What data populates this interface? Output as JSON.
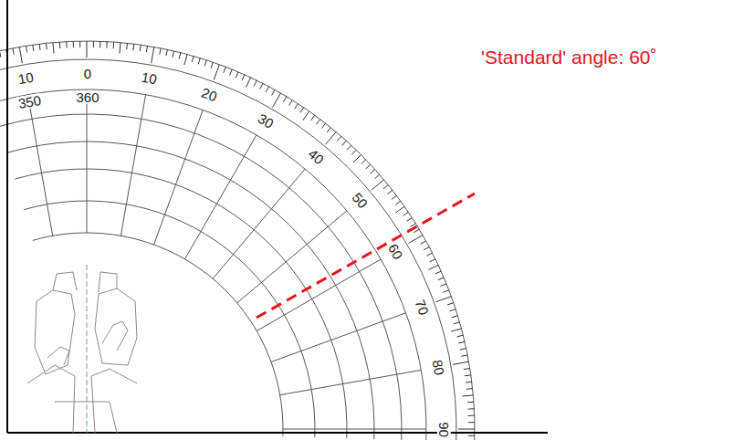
{
  "diagram": {
    "labels": [
      "10",
      "0",
      "10",
      "20",
      "30",
      "40",
      "50",
      "60",
      "70",
      "80",
      "90",
      "350",
      "360",
      "'Standard' angle:   60˚"
    ]
  }
}
